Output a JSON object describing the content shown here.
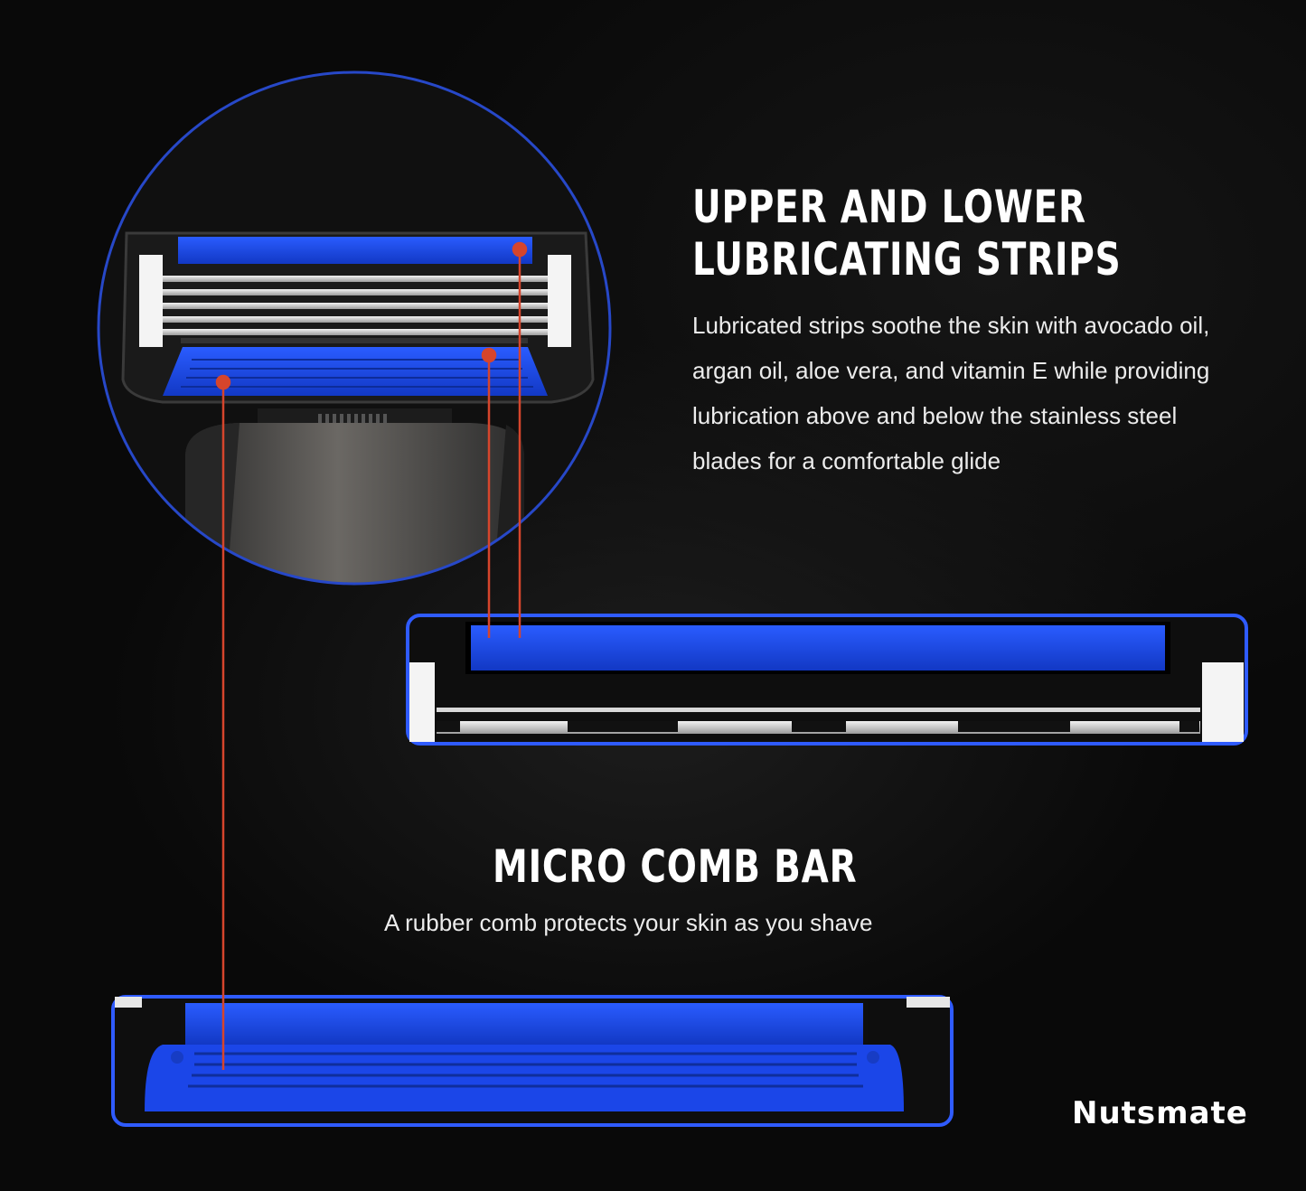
{
  "feature_lubricating": {
    "title_line1": "UPPER AND LOWER",
    "title_line2": "LUBRICATING STRIPS",
    "description_lines": [
      "Lubricated strips soothe the skin with avocado oil,",
      "argan oil, aloe vera, and vitamin E while providing",
      "lubrication above and below the stainless steel",
      "blades for a comfortable glide"
    ]
  },
  "feature_comb": {
    "title": "MICRO COMB BAR",
    "description": "A rubber comb protects your skin as you shave"
  },
  "brand": {
    "name": "Nutsmate"
  },
  "colors": {
    "background": "#090909",
    "accent_blue": "#1a4be0",
    "callout_red": "#d6452c",
    "text": "#ffffff"
  }
}
